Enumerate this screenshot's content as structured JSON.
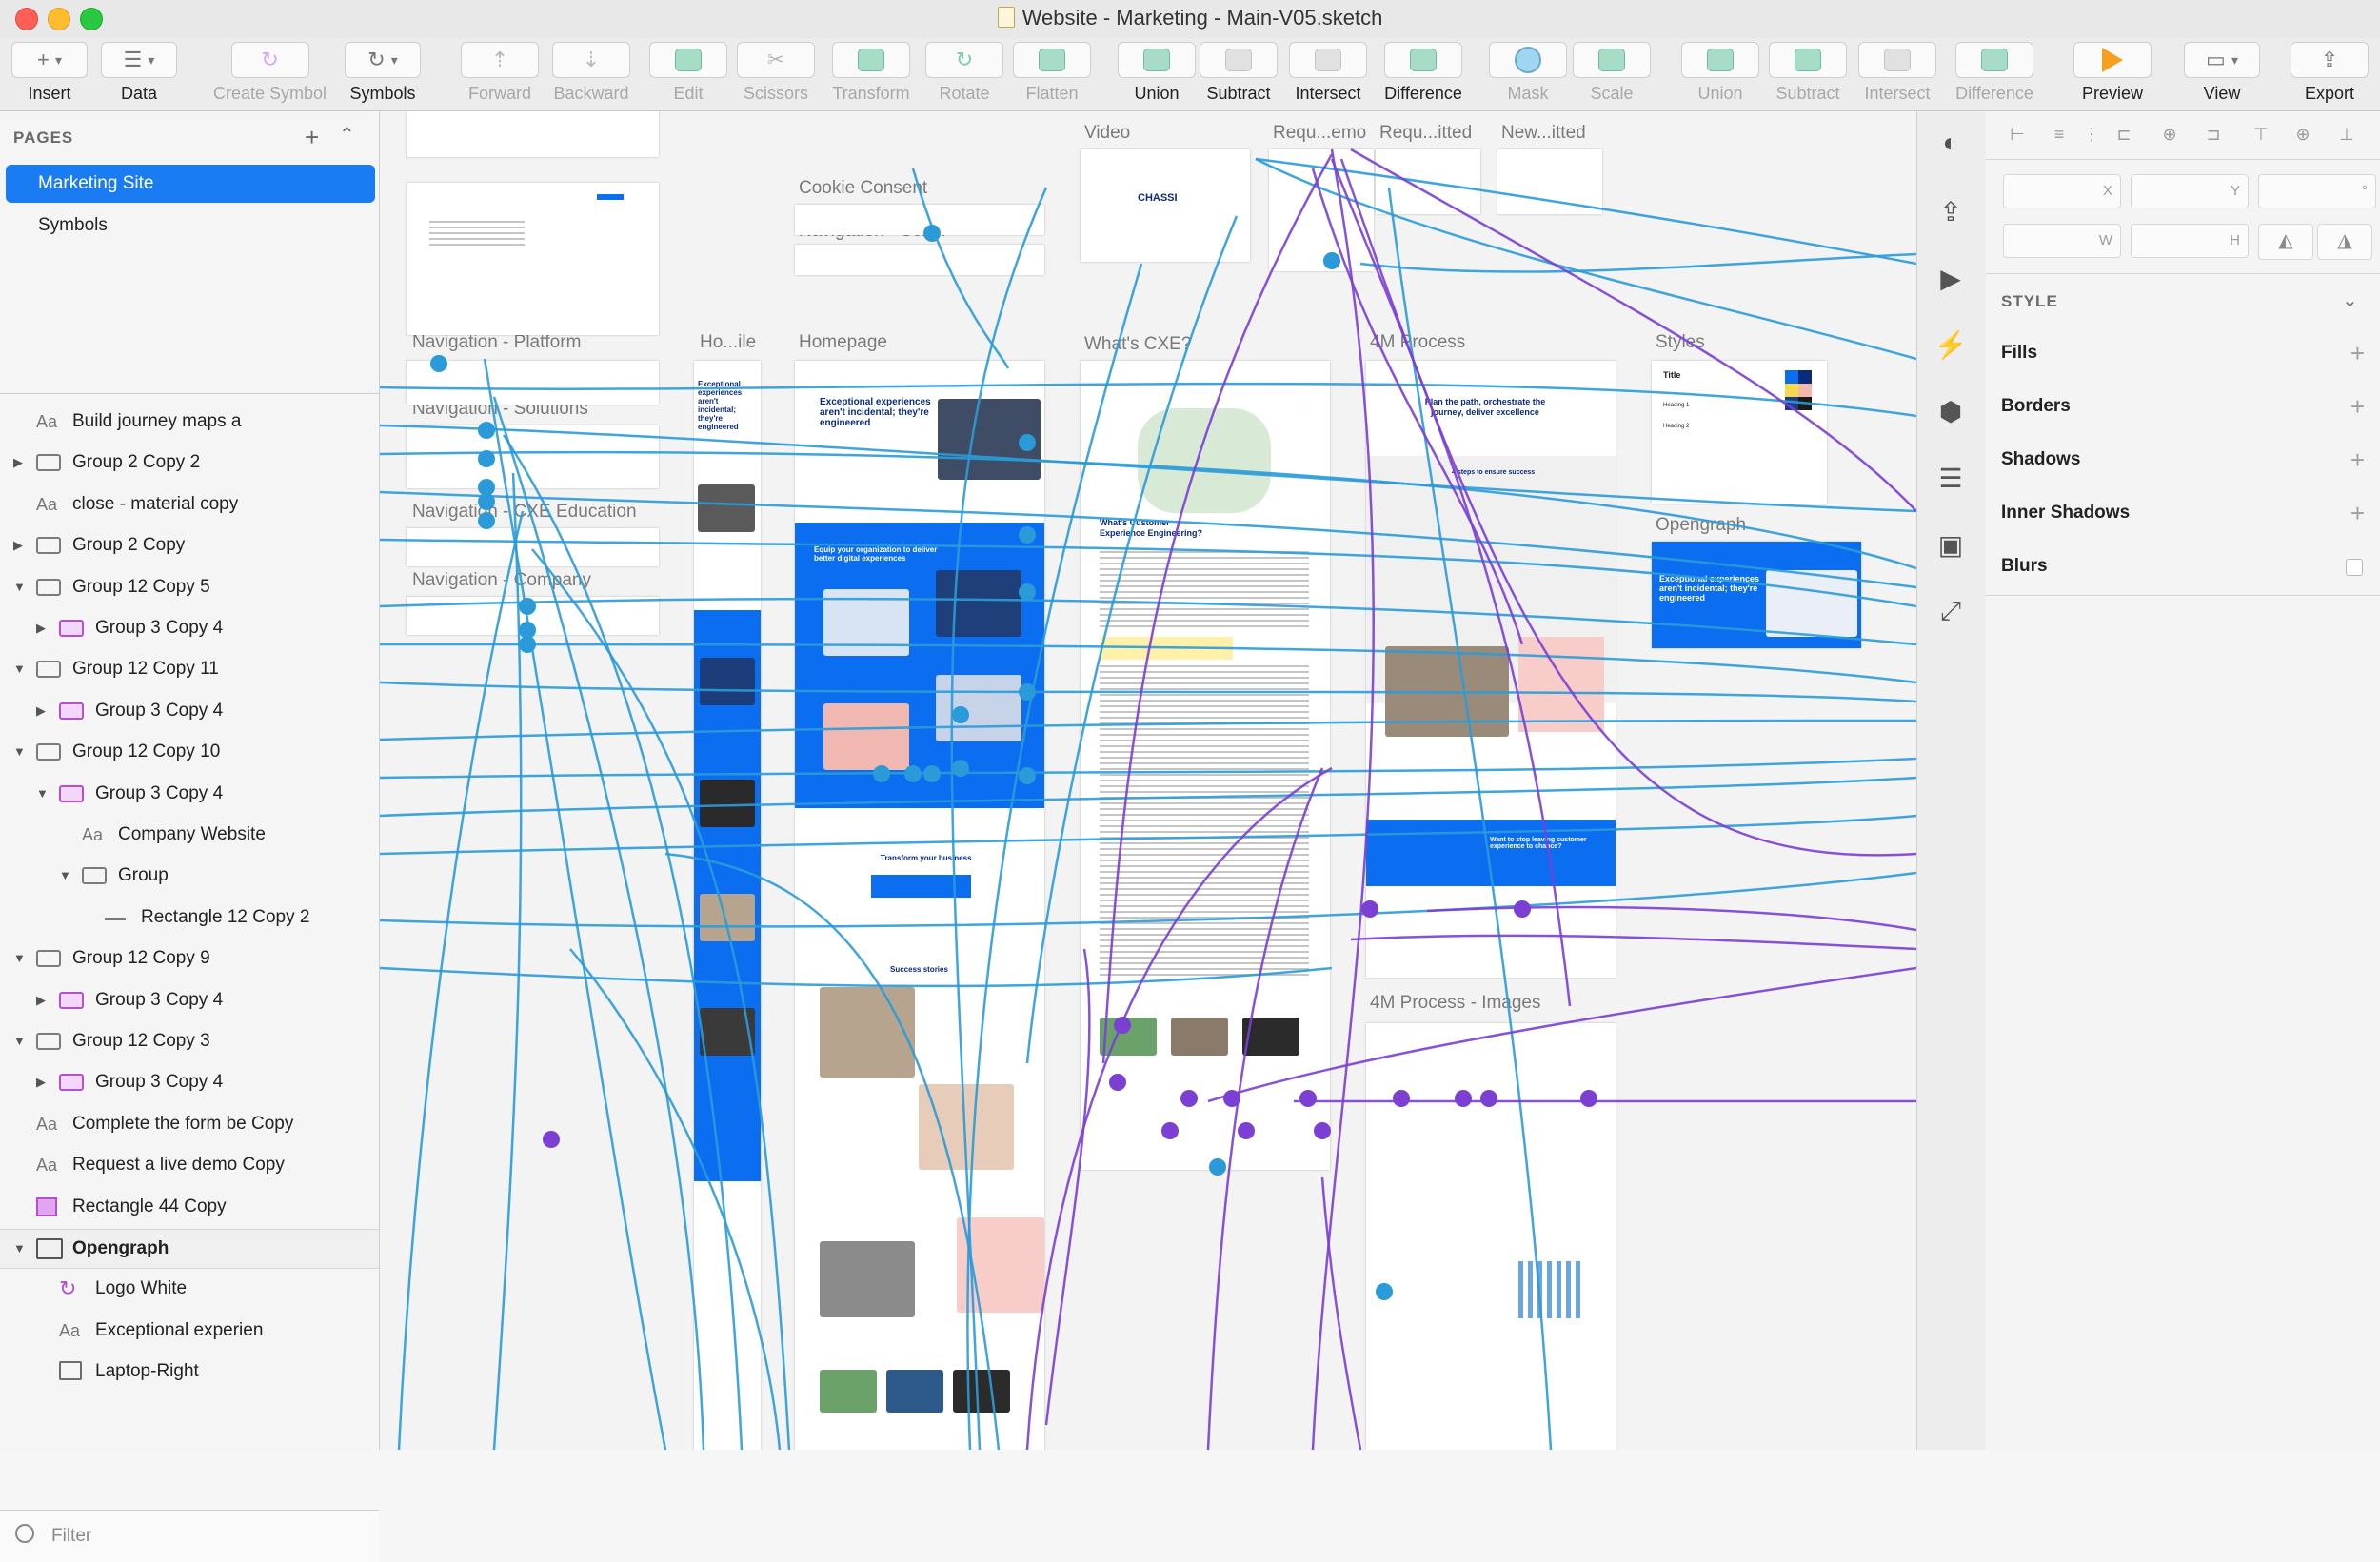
{
  "window": {
    "title": "Website - Marketing - Main-V05.sketch"
  },
  "toolbar": {
    "items": [
      {
        "label": "Insert",
        "icon": "plus-icon"
      },
      {
        "label": "Data",
        "icon": "layers-stack-icon"
      },
      {
        "label": "Create Symbol",
        "icon": "create-symbol-icon"
      },
      {
        "label": "Symbols",
        "icon": "symbol-icon"
      },
      {
        "label": "Forward",
        "icon": "forward-icon"
      },
      {
        "label": "Backward",
        "icon": "backward-icon"
      },
      {
        "label": "Edit",
        "icon": "edit-icon"
      },
      {
        "label": "Scissors",
        "icon": "scissors-icon"
      },
      {
        "label": "Transform",
        "icon": "transform-icon"
      },
      {
        "label": "Rotate",
        "icon": "rotate-icon"
      },
      {
        "label": "Flatten",
        "icon": "flatten-icon"
      },
      {
        "label": "Union",
        "icon": "union-icon"
      },
      {
        "label": "Subtract",
        "icon": "subtract-icon"
      },
      {
        "label": "Intersect",
        "icon": "intersect-icon"
      },
      {
        "label": "Difference",
        "icon": "difference-icon"
      },
      {
        "label": "Mask",
        "icon": "mask-icon"
      },
      {
        "label": "Scale",
        "icon": "scale-icon"
      },
      {
        "label": "Union",
        "icon": "union-icon"
      },
      {
        "label": "Subtract",
        "icon": "subtract-icon"
      },
      {
        "label": "Intersect",
        "icon": "intersect-icon"
      },
      {
        "label": "Difference",
        "icon": "difference-icon"
      },
      {
        "label": "Preview",
        "icon": "play-icon"
      },
      {
        "label": "View",
        "icon": "view-icon"
      },
      {
        "label": "Export",
        "icon": "export-icon"
      }
    ]
  },
  "sidebar": {
    "pages_header": "PAGES",
    "pages": [
      {
        "label": "Marketing Site",
        "selected": true
      },
      {
        "label": "Symbols",
        "selected": false
      }
    ],
    "layers": [
      {
        "label": "Build journey maps a",
        "type": "text",
        "depth": 0
      },
      {
        "label": "Group 2 Copy 2",
        "type": "group",
        "depth": 0,
        "expanded": false
      },
      {
        "label": "close - material copy",
        "type": "text",
        "depth": 0
      },
      {
        "label": "Group 2 Copy",
        "type": "group",
        "depth": 0,
        "expanded": false
      },
      {
        "label": "Group 12 Copy 5",
        "type": "group",
        "depth": 0,
        "expanded": true
      },
      {
        "label": "Group 3 Copy 4",
        "type": "symbol-group",
        "depth": 1,
        "expanded": false
      },
      {
        "label": "Group 12 Copy 11",
        "type": "group",
        "depth": 0,
        "expanded": true
      },
      {
        "label": "Group 3 Copy 4",
        "type": "symbol-group",
        "depth": 1,
        "expanded": false
      },
      {
        "label": "Group 12 Copy 10",
        "type": "group",
        "depth": 0,
        "expanded": true
      },
      {
        "label": "Group 3 Copy 4",
        "type": "symbol-group",
        "depth": 1,
        "expanded": true
      },
      {
        "label": "Company Website",
        "type": "text",
        "depth": 2
      },
      {
        "label": "Group",
        "type": "group",
        "depth": 2,
        "expanded": true
      },
      {
        "label": "Rectangle 12 Copy 2",
        "type": "line",
        "depth": 3
      },
      {
        "label": "Group 12 Copy 9",
        "type": "group",
        "depth": 0,
        "expanded": true
      },
      {
        "label": "Group 3 Copy 4",
        "type": "symbol-group",
        "depth": 1,
        "expanded": false
      },
      {
        "label": "Group 12 Copy 3",
        "type": "group",
        "depth": 0,
        "expanded": true
      },
      {
        "label": "Group 3 Copy 4",
        "type": "symbol-group",
        "depth": 1,
        "expanded": false
      },
      {
        "label": "Complete the form be Copy",
        "type": "text",
        "depth": 0
      },
      {
        "label": "Request a live demo Copy",
        "type": "text",
        "depth": 0
      },
      {
        "label": "Rectangle 44 Copy",
        "type": "rect",
        "depth": 0
      },
      {
        "label": "Opengraph",
        "type": "artboard",
        "depth": 0,
        "expanded": true
      },
      {
        "label": "Logo White",
        "type": "symbol",
        "depth": 1
      },
      {
        "label": "Exceptional experien",
        "type": "text",
        "depth": 1
      },
      {
        "label": "Laptop-Right",
        "type": "image",
        "depth": 1
      }
    ],
    "filter_placeholder": "Filter"
  },
  "canvas": {
    "artboards": [
      {
        "title": "Cookie Consent"
      },
      {
        "title": "Navigation - Scroll"
      },
      {
        "title": "Video"
      },
      {
        "title": "Requ...emo"
      },
      {
        "title": "Requ...itted"
      },
      {
        "title": "New...itted"
      },
      {
        "title": "Navigation - Platform"
      },
      {
        "title": "Ho...ile"
      },
      {
        "title": "Homepage"
      },
      {
        "title": "What's CXE?"
      },
      {
        "title": "4M Process"
      },
      {
        "title": "Styles"
      },
      {
        "title": "Navigation - Solutions"
      },
      {
        "title": "Navigation - CXE Education"
      },
      {
        "title": "Navigation - Company"
      },
      {
        "title": "Opengraph"
      },
      {
        "title": "4M Process - Images"
      }
    ],
    "snippets": {
      "homepage_hero": "Exceptional experiences aren't incidental; they're engineered",
      "mobile_hero": "Exceptional experiences aren't incidental; they're engineered",
      "homepage_section": "Equip your organization to deliver better digital experiences",
      "transform": "Transform your business",
      "success": "Success stories",
      "cxe_heading": "What's Customer Experience Engineering?",
      "process_heading": "Plan the path, orchestrate the journey, deliver excellence",
      "process_steps": "4 steps to ensure success",
      "process_cta": "Want to stop leaving customer experience to chance?",
      "opengraph_text": "Exceptional experiences aren't incidental; they're engineered",
      "styles_title": "Title",
      "styles_h1": "Heading 1",
      "styles_h2": "Heading 2",
      "brand": "CHASSI"
    }
  },
  "inspector": {
    "fields": {
      "x": "X",
      "y": "Y",
      "rotation": "°",
      "w": "W",
      "h": "H"
    },
    "style_header": "STYLE",
    "style_rows": [
      {
        "label": "Fills"
      },
      {
        "label": "Borders"
      },
      {
        "label": "Shadows"
      },
      {
        "label": "Inner Shadows"
      },
      {
        "label": "Blurs"
      }
    ]
  },
  "colors": {
    "selection": "#1a7cf2",
    "prototype_link_blue": "#2a9bd8",
    "prototype_link_purple": "#7b3fd4",
    "brand_blue": "#0b6ef0"
  }
}
